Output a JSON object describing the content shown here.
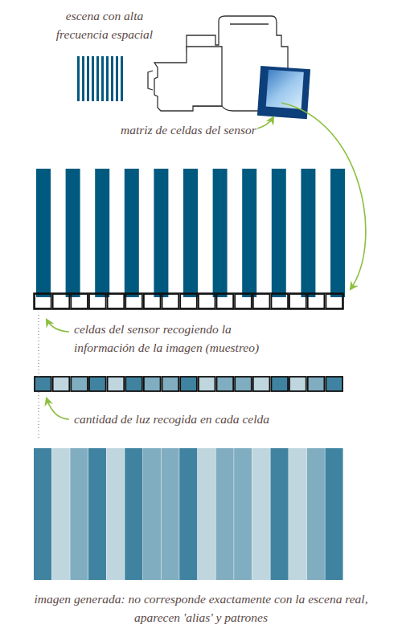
{
  "diagram": {
    "labels": [
      "escena con alta frecuencia espacial",
      "matriz de celdas del sensor",
      "celdas del sensor recogiendo la información de la imagen (muestreo)",
      "cantidad de luz recogida en cada celda",
      "imagen generada: no corresponde exactamente con la escena real, aparecen 'alias' y patrones"
    ]
  }
}
